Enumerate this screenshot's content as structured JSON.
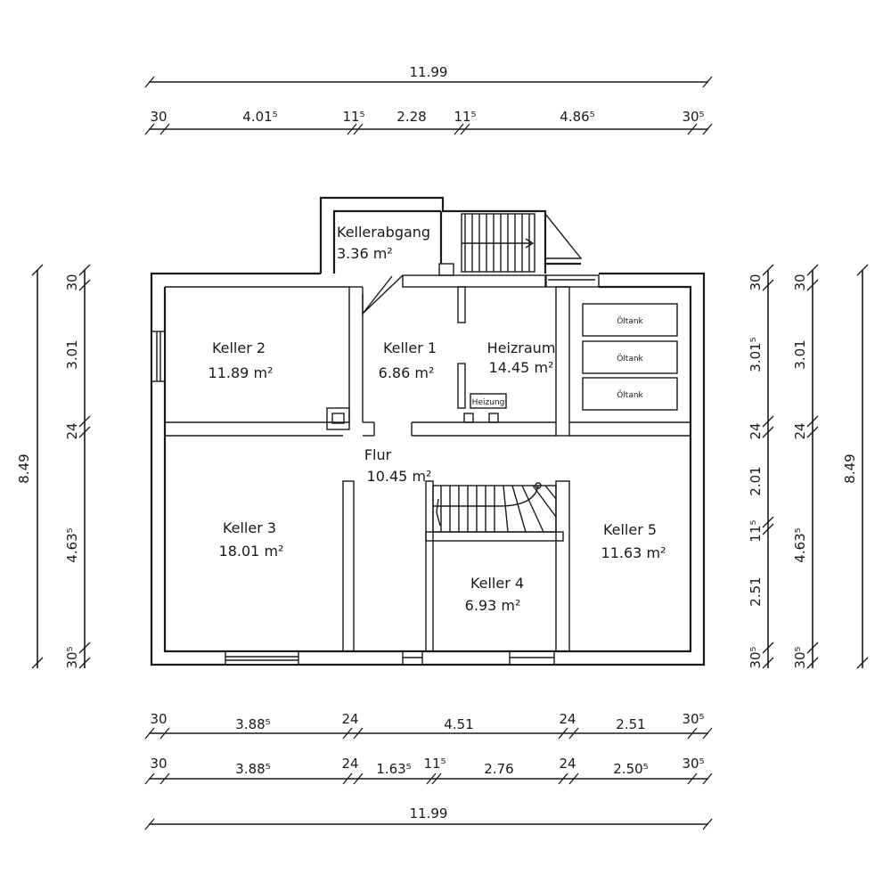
{
  "plan": {
    "dims": {
      "top_total": "11.99",
      "top_chain": [
        "30",
        "4.01⁵",
        "11⁵",
        "2.28",
        "11⁵",
        "4.86⁵",
        "30⁵"
      ],
      "bottom_chain_1": [
        "30",
        "3.88⁵",
        "24",
        "4.51",
        "24",
        "2.51",
        "30⁵"
      ],
      "bottom_chain_2": [
        "30",
        "3.88⁵",
        "24",
        "1.63⁵",
        "11⁵",
        "2.76",
        "24",
        "2.50⁵",
        "30⁵"
      ],
      "bottom_total": "11.99",
      "left_total": "8.49",
      "left_chain": [
        "30",
        "3.01",
        "24",
        "4.63⁵",
        "30⁵"
      ],
      "right_chain_1": [
        "30",
        "3.01⁵",
        "24",
        "2.01",
        "11⁵",
        "2.51",
        "30⁵"
      ],
      "right_chain_2": [
        "30",
        "3.01",
        "24",
        "4.63⁵",
        "30⁵"
      ],
      "right_total": "8.49"
    },
    "rooms": [
      {
        "name": "Kellerabgang",
        "area": "3.36  m²"
      },
      {
        "name": "Keller  2",
        "area": "11.89  m²"
      },
      {
        "name": "Keller  1",
        "area": "6.86  m²"
      },
      {
        "name": "Heizraum",
        "area": "14.45  m²"
      },
      {
        "name": "Flur",
        "area": "10.45  m²"
      },
      {
        "name": "Keller  3",
        "area": "18.01  m²"
      },
      {
        "name": "Keller  4",
        "area": "6.93  m²"
      },
      {
        "name": "Keller  5",
        "area": "11.63  m²"
      }
    ],
    "tanks": [
      "Öltank",
      "Öltank",
      "Öltank"
    ],
    "heating_label": "Heizung"
  }
}
